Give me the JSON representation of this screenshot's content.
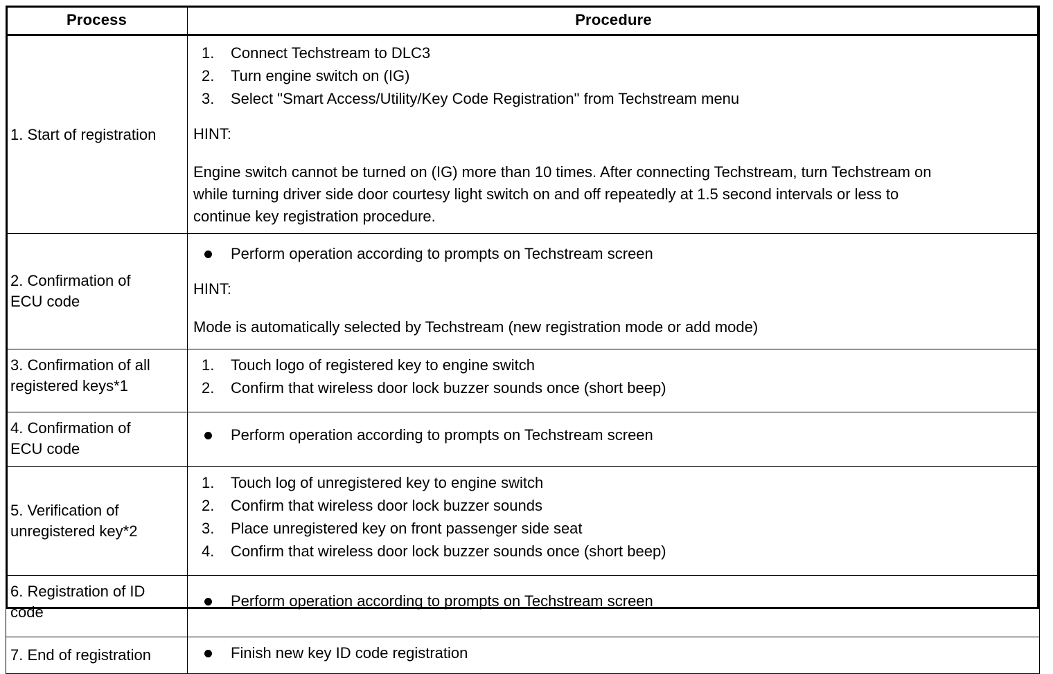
{
  "table": {
    "headers": {
      "process": "Process",
      "procedure": "Procedure"
    },
    "rows": [
      {
        "process": "1. Start of registration",
        "steps": [
          {
            "num": "1.",
            "text": "Connect Techstream to DLC3"
          },
          {
            "num": "2.",
            "text": "Turn engine switch on (IG)"
          },
          {
            "num": "3.",
            "text": "Select \"Smart Access/Utility/Key Code Registration\" from Techstream menu"
          }
        ],
        "hint_label": "HINT:",
        "hint_lines": [
          "Engine switch cannot be turned on (IG) more than 10 times. After connecting Techstream, turn Techstream on",
          "while turning driver side door courtesy light switch on and off repeatedly at 1.5 second intervals or less to",
          "continue key registration procedure."
        ]
      },
      {
        "process": "2. Confirmation of\nECU code",
        "bullets": [
          "Perform operation according to prompts on Techstream screen"
        ],
        "hint_label": "HINT:",
        "hint_lines": [
          "Mode is automatically selected by Techstream (new registration mode or add mode)"
        ]
      },
      {
        "process": "3. Confirmation of all\nregistered keys*1",
        "steps": [
          {
            "num": "1.",
            "text": "Touch logo of registered key to engine switch"
          },
          {
            "num": "2.",
            "text": "Confirm that wireless door lock buzzer sounds once (short beep)"
          }
        ]
      },
      {
        "process": "4. Confirmation of\nECU code",
        "bullets": [
          "Perform operation according to prompts on Techstream screen"
        ]
      },
      {
        "process": "5. Verification of\nunregistered key*2",
        "steps": [
          {
            "num": "1.",
            "text": "Touch log of unregistered key to engine switch"
          },
          {
            "num": "2.",
            "text": "Confirm that wireless door lock buzzer sounds"
          },
          {
            "num": "3.",
            "text": "Place unregistered key on front passenger side seat"
          },
          {
            "num": "4.",
            "text": "Confirm that wireless door lock buzzer sounds once (short beep)"
          }
        ]
      },
      {
        "process": "6. Registration of ID\ncode",
        "bullets": [
          "Perform operation according to prompts on Techstream screen"
        ]
      },
      {
        "process": "7. End of registration",
        "bullets": [
          "Finish new key ID code registration"
        ]
      }
    ]
  }
}
